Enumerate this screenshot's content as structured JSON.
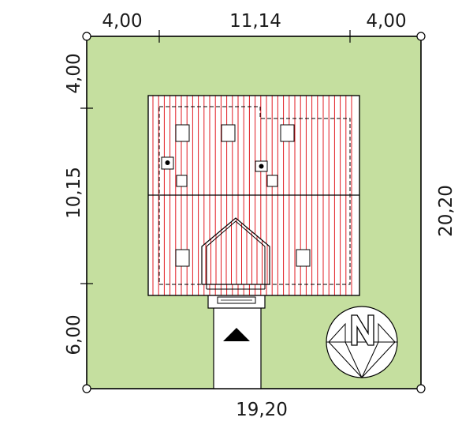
{
  "dimensions": {
    "top_left": "4,00",
    "top_center": "11,14",
    "top_right": "4,00",
    "bottom": "19,20",
    "left_top": "4,00",
    "left_middle": "10,15",
    "left_bottom": "6,00",
    "right": "20,20"
  },
  "compass": {
    "label": "N"
  },
  "colors": {
    "plot": "#c5df9f",
    "roof": "#ffffff",
    "roof_lines": "#e11b22",
    "outline": "#000000"
  }
}
